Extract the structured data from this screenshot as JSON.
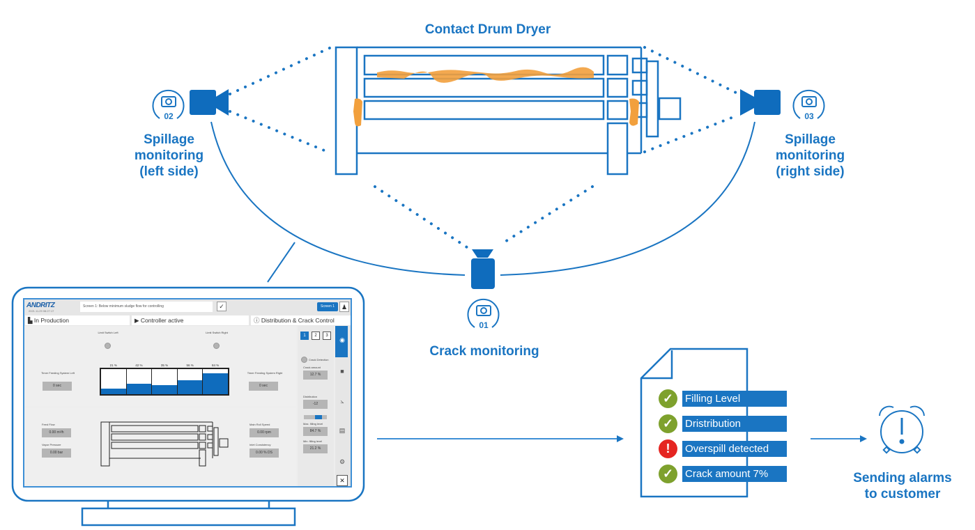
{
  "title": "Contact Drum Dryer",
  "colors": {
    "brand_blue": "#1a75c2",
    "spill_orange": "#f2a03d",
    "ok_green": "#7ea12d",
    "alert_red": "#e52521"
  },
  "cameras": [
    {
      "id": "01",
      "icon": "camera-icon",
      "label": "Crack monitoring"
    },
    {
      "id": "02",
      "icon": "camera-icon",
      "label_lines": [
        "Spillage",
        "monitoring",
        "(left side)"
      ]
    },
    {
      "id": "03",
      "icon": "camera-icon",
      "label_lines": [
        "Spillage",
        "monitoring",
        "(right side)"
      ]
    }
  ],
  "hmi": {
    "logo": "ANDRITZ",
    "logo_sub": "2021.11.29 08:27:17",
    "message": "Screen 1: Below minimum sludge flow for controlling",
    "screen_button": "Screen 1",
    "status": {
      "production": "In Production",
      "controller": "Controller active",
      "mode": "Distribution & Crack Control"
    },
    "limit_switch_left": "Limit Switch Left",
    "limit_switch_right": "Limit Switch Right",
    "timer_left_label": "Timer Feeding System Left",
    "timer_left_value": "0 sec",
    "timer_right_label": "Timer Feeding System Right",
    "timer_right_value": "0 sec",
    "fill_levels": [
      {
        "label": "21 %",
        "value": 21
      },
      {
        "label": "42 %",
        "value": 42
      },
      {
        "label": "35 %",
        "value": 35
      },
      {
        "label": "56 %",
        "value": 56
      },
      {
        "label": "84 %",
        "value": 84
      }
    ],
    "feed_flow_label": "Feed Flow",
    "feed_flow_value": "0.00 m³/h",
    "vapor_pressure_label": "Vapor Pressure",
    "vapor_pressure_value": "0.00 bar",
    "main_roll_speed_label": "Main Roll Speed",
    "main_roll_speed_value": "0.00 rpm",
    "inlet_consistency_label": "Inlet Consistency",
    "inlet_consistency_value": "0.00 % DS",
    "camera_tabs": [
      "1",
      "2",
      "3"
    ],
    "crack_detection_label": "Crack Detection",
    "crack_amount_label": "Crack amount",
    "crack_amount_value": "12.7 %",
    "distribution_label": "Distribution",
    "distribution_value": "-12",
    "distribution_slider": 0.6,
    "max_fill_label": "Max. filling level",
    "max_fill_value": "84.7 %",
    "min_fill_label": "Min. filling level",
    "min_fill_value": "21.2 %",
    "side_icons": [
      "eye-icon",
      "camera-icon",
      "chart-icon",
      "document-icon",
      "gear-icon",
      "close-icon"
    ]
  },
  "report": {
    "items": [
      {
        "label": "Filling Level",
        "status": "ok"
      },
      {
        "label": "Dristribution",
        "status": "ok"
      },
      {
        "label": "Overspill detected",
        "status": "alert"
      },
      {
        "label": "Crack amount 7%",
        "status": "ok"
      }
    ]
  },
  "alarm": {
    "icon": "alarm-clock-icon",
    "label_lines": [
      "Sending alarms",
      "to customer"
    ]
  }
}
